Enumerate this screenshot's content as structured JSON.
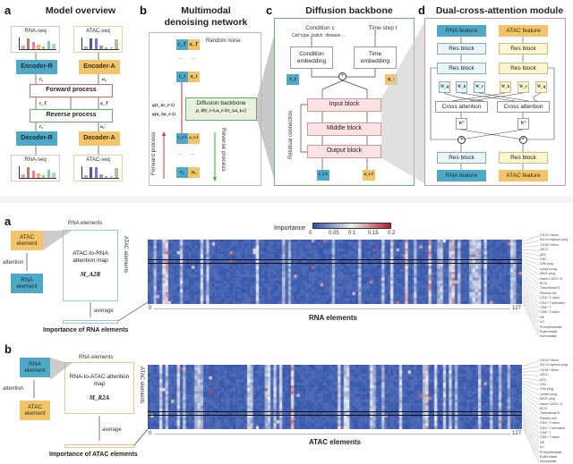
{
  "top": {
    "a": {
      "letter": "a",
      "title": "Model overview",
      "rna_seq": "RNA-seq",
      "atac_seq": "ATAC-seq",
      "encoder_r": "Encoder-R",
      "encoder_a": "Encoder-A",
      "forward": "Forward process",
      "reverse": "Reverse process",
      "decoder_r": "Decoder-R",
      "decoder_a": "Decoder-A",
      "r0": "r₀",
      "a0": "a₀",
      "rT": "r_T",
      "aT": "a_T",
      "r0hat": "r₀'",
      "a0hat": "a₀'",
      "rna_bars": [
        0.3,
        0.9,
        0.6,
        0.4,
        0.2,
        0.7,
        0.5
      ],
      "atac_bars": [
        0.2,
        0.9,
        0.95,
        0.3,
        0.15,
        0.2,
        0.85
      ],
      "rna_bar_colors": [
        "#d9a0c8",
        "#b77",
        "#e88",
        "#f2b06a",
        "#9c6",
        "#8bd",
        "#bcd"
      ],
      "atac_bar_colors": [
        "#8bc",
        "#559",
        "#77c",
        "#99c",
        "#aac",
        "#cce",
        "#bb9"
      ]
    },
    "b": {
      "letter": "b",
      "title_line1": "Multimodal",
      "title_line2": "denoising network",
      "random_noise": "Random noise",
      "rT": "r_T",
      "aT": "a_T",
      "rt": "r_t",
      "at": "a_t",
      "rt1": "r_t-1",
      "at1": "a_t-1",
      "r0": "r₀",
      "a0": "a₀",
      "q1": "q(r_t|r_t-1)",
      "q2": "q(a_t|a_t-1)",
      "backbone": "Diffusion backbone",
      "p": "p_θ(r_t-1,a_t-1|r_t,a_t,c)",
      "forward": "Forward process",
      "reverse": "Reverse process",
      "dots": "···"
    },
    "c": {
      "letter": "c",
      "title": "Diffusion backbone",
      "condition": "Condition c",
      "condition_sub": "Cell type, batch, disease ...",
      "time_step": "Time step t",
      "cond_emb": "Condition embedding",
      "time_emb": "Time embedding",
      "rt": "r_t",
      "at": "a_t",
      "input": "Input block",
      "middle": "Middle block",
      "output": "Output block",
      "residual": "Residual connection",
      "rt1": "r_t-1",
      "at1": "a_t-1"
    },
    "d": {
      "letter": "d",
      "title": "Dual-cross-attention module",
      "rna_feature": "RNA feature",
      "atac_feature": "ATAC feature",
      "res_block": "Res block",
      "wq": "W_q",
      "wk": "W_k",
      "wv": "W_v",
      "cross_attention": "Cross attention",
      "wo": "W°"
    }
  },
  "bottom": {
    "colorbar": {
      "label": "Importance",
      "ticks": [
        "0",
        "0.05",
        "0.1",
        "0.15",
        "0.2"
      ],
      "low": "#2c4ea8",
      "mid": "#f0f0f0",
      "high": "#b2182b"
    },
    "a": {
      "letter": "a",
      "source": "ATAC element",
      "attention": "attention",
      "target": "RNA element",
      "cols": "RNA elements",
      "rows": "ATAC elements",
      "map_title": "ATAC-to-RNA attention map",
      "map_symbol": "M_A2R",
      "average": "average",
      "importance": "Importance of RNA elements",
      "x_label": "RNA elements",
      "x_start": "0",
      "x_end": "127"
    },
    "b": {
      "letter": "b",
      "source": "RNA element",
      "attention": "attention",
      "target": "ATAC element",
      "cols": "RNA elements",
      "rows": "ATAC elements",
      "map_title": "RNA-to-ATAC attention map",
      "map_symbol": "M_R2A",
      "average": "average",
      "importance": "Importance of ATAC elements",
      "x_label": "ATAC elements",
      "x_start": "0",
      "x_end": "127"
    },
    "cell_types": [
      "CD14+ Mono",
      "ID2-hi myeloid prog",
      "CD16+ Mono",
      "cDC2",
      "pDC",
      "HSC",
      "G/M prog",
      "Lymph prog",
      "MK/E prog",
      "Naive CD20+ B",
      "B1 B",
      "Transitional B",
      "Plasma cell",
      "CD4+ T naive",
      "CD4+ T activated",
      "CD8+ T",
      "CD8+ T naive",
      "NK",
      "ILC",
      "Proerythroblast",
      "Erythroblast",
      "Normoblast"
    ]
  }
}
